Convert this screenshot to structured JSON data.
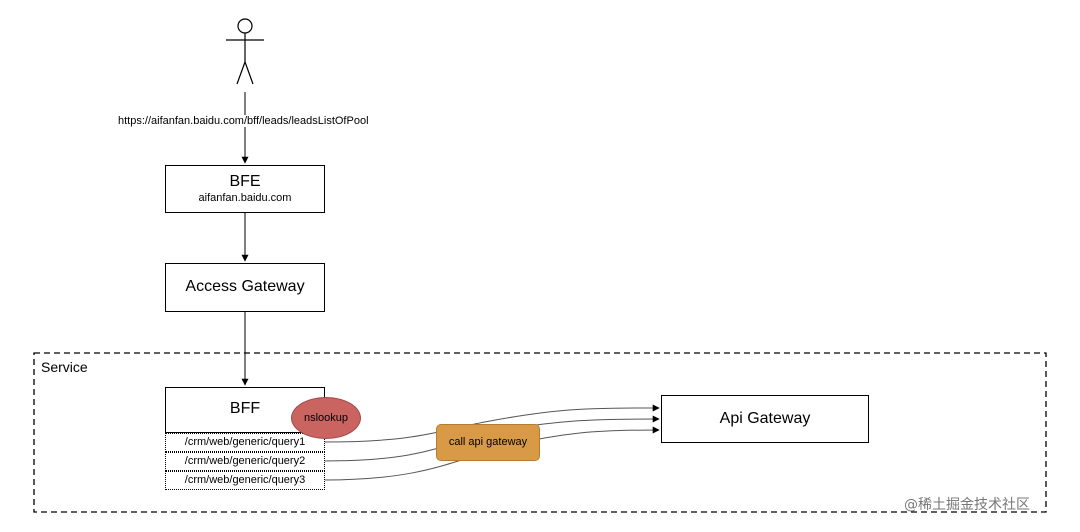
{
  "actor": {
    "icon": "stick-figure-user-icon"
  },
  "request_url": "https://aifanfan.baidu.com/bff/leads/leadsListOfPool",
  "bfe": {
    "title": "BFE",
    "subtitle": "aifanfan.baidu.com"
  },
  "access_gateway": {
    "title": "Access Gateway"
  },
  "service": {
    "label": "Service",
    "bff": {
      "title": "BFF"
    },
    "routes": [
      "/crm/web/generic/query1",
      "/crm/web/generic/query2",
      "/crm/web/generic/query3"
    ],
    "nslookup": {
      "label": "nslookup",
      "color": "#c96461"
    },
    "call_gateway": {
      "label": "call api gateway",
      "color": "#d89a47"
    },
    "api_gateway": {
      "title": "Api Gateway"
    }
  },
  "watermark": {
    "text": "@稀土掘金技术社区"
  }
}
